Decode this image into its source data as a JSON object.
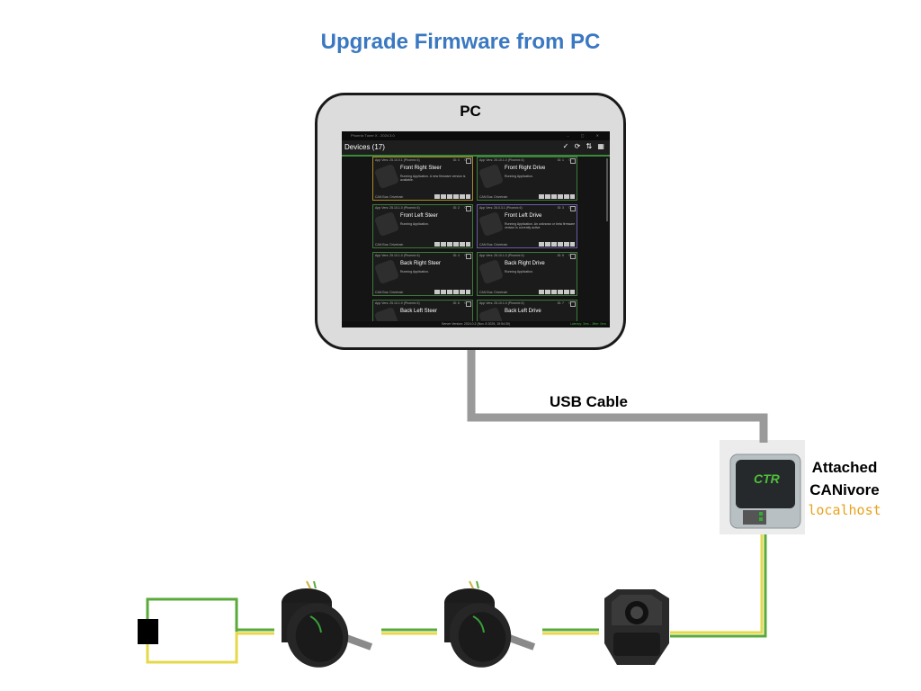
{
  "title": "Upgrade Firmware from PC",
  "pc": {
    "label": "PC",
    "app": {
      "window_title": "Phoenix Tuner X - 2024.3.0",
      "header_title": "Devices (17)",
      "devices": [
        {
          "version": "App Vers: 25.10.0.1 (Phoenix 6)",
          "id": "ID: 0",
          "name": "Front Right Steer",
          "status": "Running Application. A new firmware version is available.",
          "bus": "CAN Bus: Drivetrain",
          "state": "warn"
        },
        {
          "version": "App Vers: 25.10.1.0 (Phoenix 6)",
          "id": "ID: 1",
          "name": "Front Right Drive",
          "status": "Running Application.",
          "bus": "CAN Bus: Drivetrain",
          "state": "ok"
        },
        {
          "version": "App Vers: 25.10.1.0 (Phoenix 6)",
          "id": "ID: 2",
          "name": "Front Left Steer",
          "status": "Running Application.",
          "bus": "CAN Bus: Drivetrain",
          "state": "ok"
        },
        {
          "version": "App Vers: 26.0.3.1 (Phoenix 6)",
          "id": "ID: 3",
          "name": "Front Left Drive",
          "status": "Running Application. An unknown or beta firmware version is currently active.",
          "bus": "CAN Bus: Drivetrain",
          "state": "beta"
        },
        {
          "version": "App Vers: 25.10.1.0 (Phoenix 6)",
          "id": "ID: 4",
          "name": "Back Right Steer",
          "status": "Running Application.",
          "bus": "CAN Bus: Drivetrain",
          "state": "ok"
        },
        {
          "version": "App Vers: 25.10.1.0 (Phoenix 6)",
          "id": "ID: 5",
          "name": "Back Right Drive",
          "status": "Running Application.",
          "bus": "CAN Bus: Drivetrain",
          "state": "ok"
        },
        {
          "version": "App Vers: 25.10.1.0 (Phoenix 6)",
          "id": "ID: 6",
          "name": "Back Left Steer",
          "status": "",
          "bus": "",
          "state": "ok"
        },
        {
          "version": "App Vers: 25.10.1.0 (Phoenix 6)",
          "id": "ID: 7",
          "name": "Back Left Drive",
          "status": "",
          "bus": "",
          "state": "ok"
        }
      ],
      "footer_server": "Server Version: 2024.0.2 (Nov. 8 2025, 15:54:30)",
      "footer_latency": "Latency: 3ms - Jitter: 0ms"
    }
  },
  "usb_label": "USB Cable",
  "canivore": {
    "line1": "Attached",
    "line2": "CANivore",
    "host": "localhost"
  },
  "colors": {
    "title": "#3a78c2",
    "cable": "#9a9a9a",
    "can_high": "#e6d84a",
    "can_low": "#5aaa3a",
    "host": "#e8a21c"
  }
}
